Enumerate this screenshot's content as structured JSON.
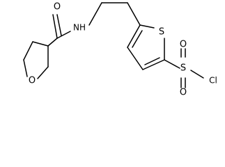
{
  "molecule": {
    "atoms": {
      "ring_oxygen": "O",
      "carbonyl_oxygen": "O",
      "amide_nh": "NH",
      "thiophene_sulfur": "S",
      "sulfonyl_sulfur": "S",
      "sulfonyl_oxygen_top": "O",
      "sulfonyl_oxygen_bottom": "O",
      "chlorine": "Cl"
    }
  }
}
